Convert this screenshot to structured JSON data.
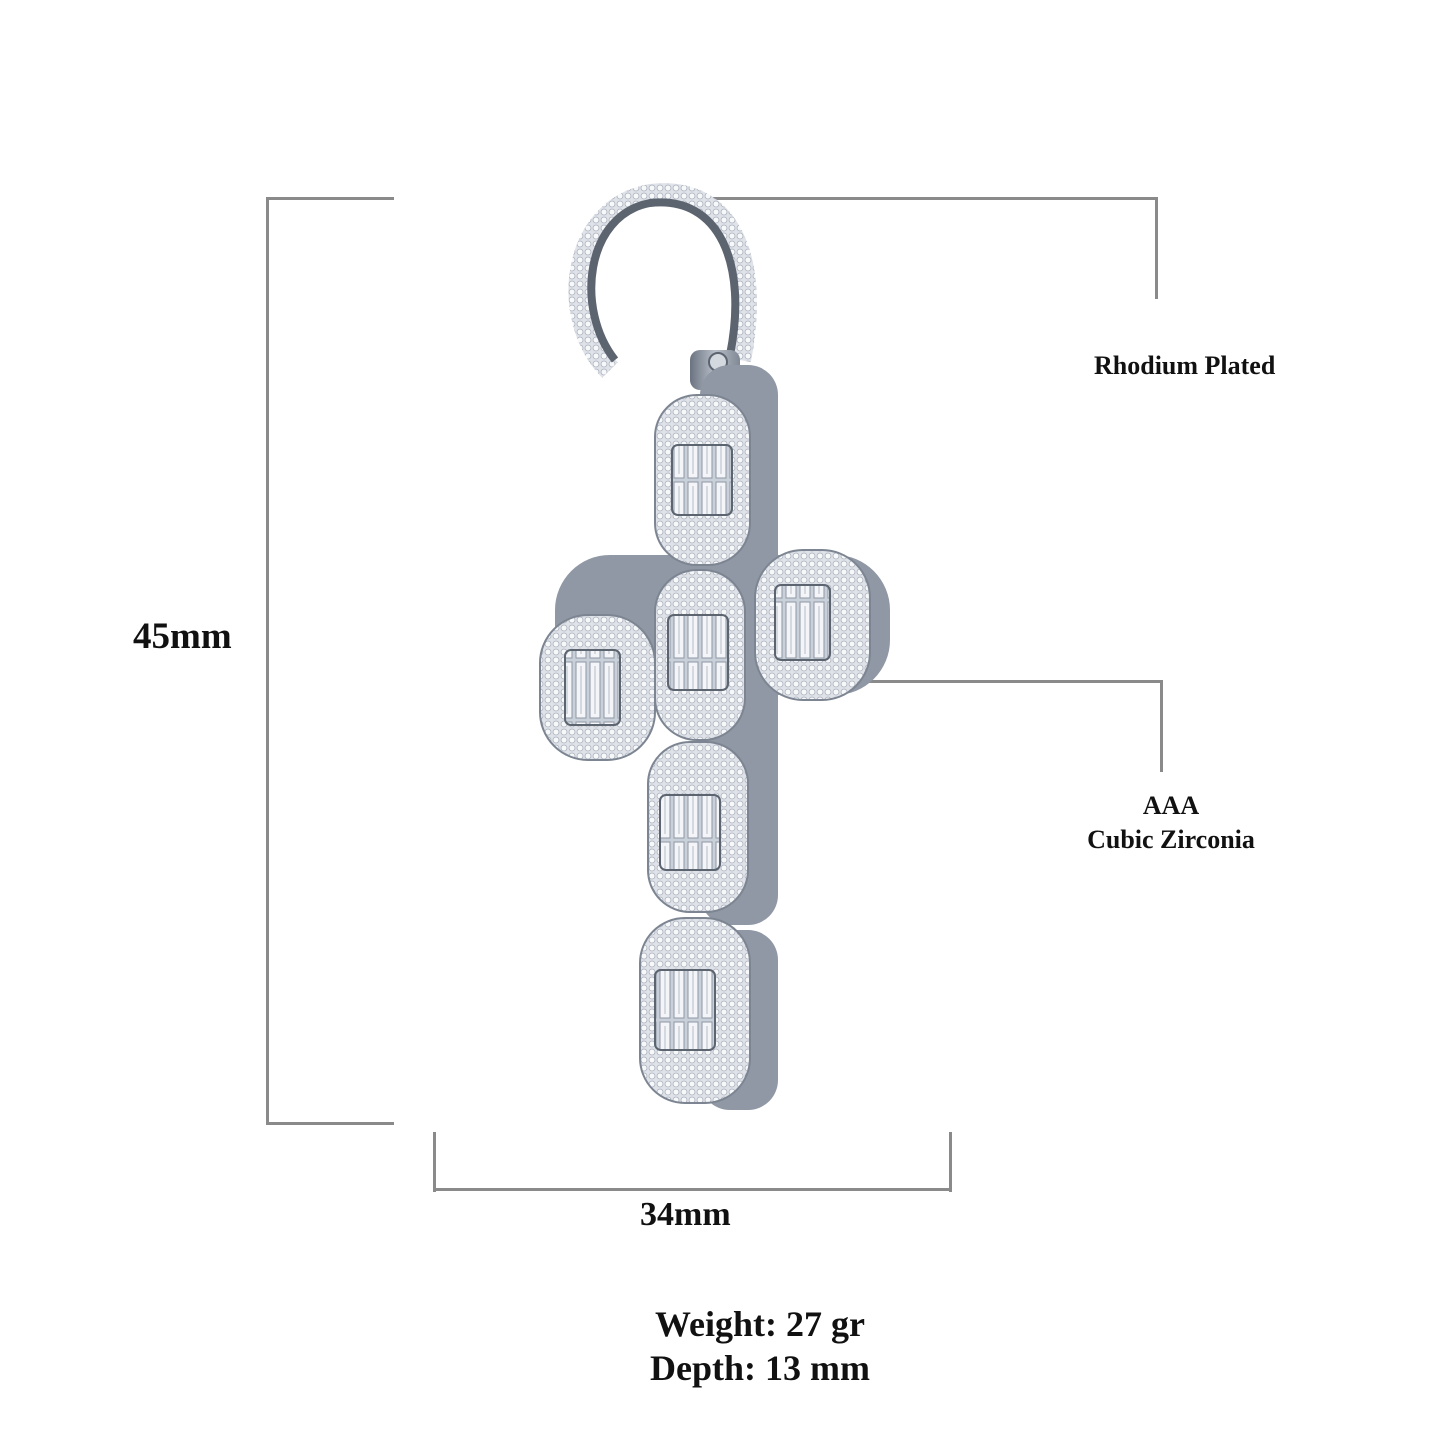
{
  "dimensions": {
    "height_label": "45mm",
    "width_label": "34mm"
  },
  "callouts": {
    "plating": "Rhodium Plated",
    "stone_grade": "AAA",
    "stone_type": "Cubic Zirconia"
  },
  "specs": {
    "weight": "Weight: 27 gr",
    "depth": "Depth: 13 mm"
  },
  "product": {
    "name": "baguette-cluster-cross-pendant",
    "colors": {
      "metal": "#9aa3b0",
      "metal_dark": "#5c6470",
      "stone": "#eef1f5",
      "line": "#8a8a8a"
    }
  }
}
